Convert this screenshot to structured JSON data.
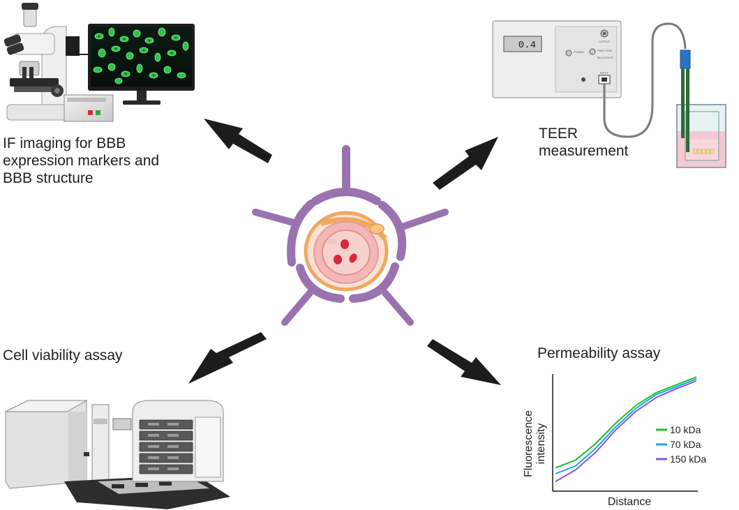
{
  "labels": {
    "if_imaging_line1": "IF imaging for BBB",
    "if_imaging_line2": "expression markers and",
    "if_imaging_line3": "BBB structure",
    "teer_line1": "TEER",
    "teer_line2": "measurement",
    "cell_viability": "Cell viability assay",
    "permeability": "Permeability assay"
  },
  "teer_meter": {
    "display_value": "0.4",
    "power_label": "POWER",
    "function_label": "FUNCTION",
    "output_label": "OUTPUT",
    "millivolts_label": "MILLIVOLTS",
    "input_label": "INPUT"
  },
  "colors": {
    "arrow": "#1c1c1c",
    "astrocyte": "#9b72b0",
    "pericyte": "#f0a860",
    "endothelium": "#f2b8b8",
    "rbc": "#d8283a"
  },
  "chart_data": {
    "type": "line",
    "title": "Permeability assay",
    "xlabel": "Distance",
    "ylabel": "Fluorescence intensity",
    "x": [
      0,
      1,
      2,
      3,
      4,
      5,
      6,
      7
    ],
    "series": [
      {
        "name": "10 kDa",
        "color": "#1fbf2a",
        "values": [
          0.11,
          0.19,
          0.36,
          0.57,
          0.75,
          0.88,
          0.96,
          1.04
        ]
      },
      {
        "name": "70 kDa",
        "color": "#18a8e0",
        "values": [
          0.05,
          0.13,
          0.31,
          0.53,
          0.72,
          0.86,
          0.94,
          1.02
        ]
      },
      {
        "name": "150 kDa",
        "color": "#8a55e0",
        "values": [
          -0.03,
          0.09,
          0.27,
          0.5,
          0.69,
          0.83,
          0.92,
          1.0
        ]
      }
    ],
    "ylim": [
      -0.1,
      1.1
    ],
    "grid": false,
    "legend": "right"
  }
}
